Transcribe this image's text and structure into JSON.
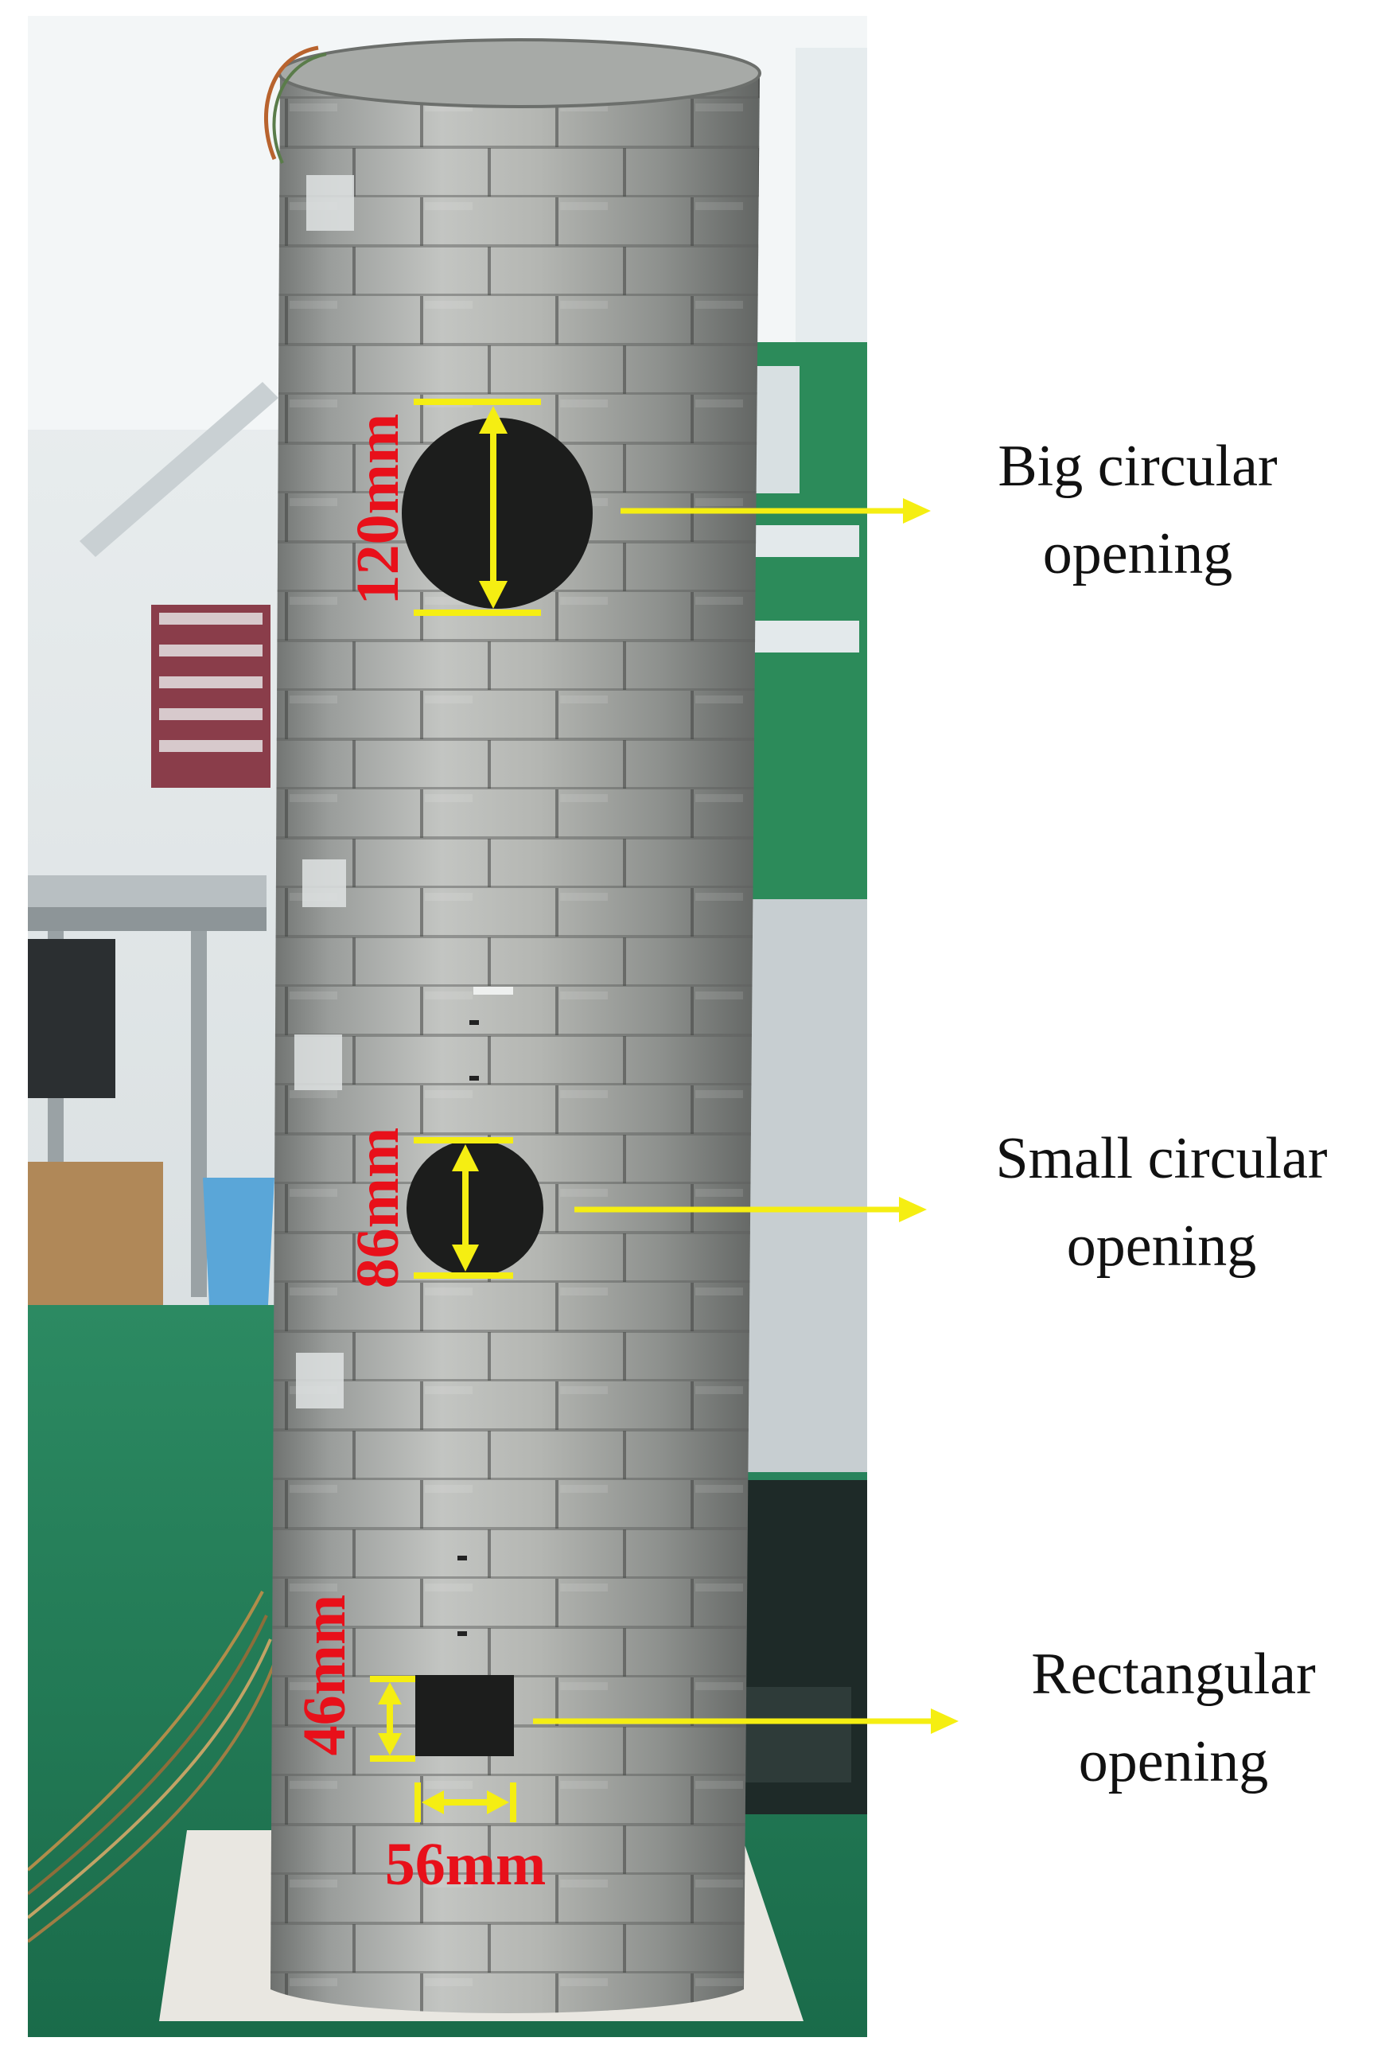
{
  "figure": {
    "colors": {
      "arrow": "#f5ee12",
      "dimension_text": "#e8101a",
      "label_text": "#111111",
      "floor": "#1f7a55",
      "wall": "#dfe5e8",
      "steel": "#9a9c9a"
    },
    "labels": {
      "big_line1": "Big circular",
      "big_line2": "opening",
      "small_line1": "Small circular",
      "small_line2": "opening",
      "rect_line1": "Rectangular",
      "rect_line2": "opening"
    },
    "dimensions": {
      "big_diameter": "120mm",
      "small_diameter": "86mm",
      "rect_height": "46mm",
      "rect_width": "56mm"
    }
  }
}
